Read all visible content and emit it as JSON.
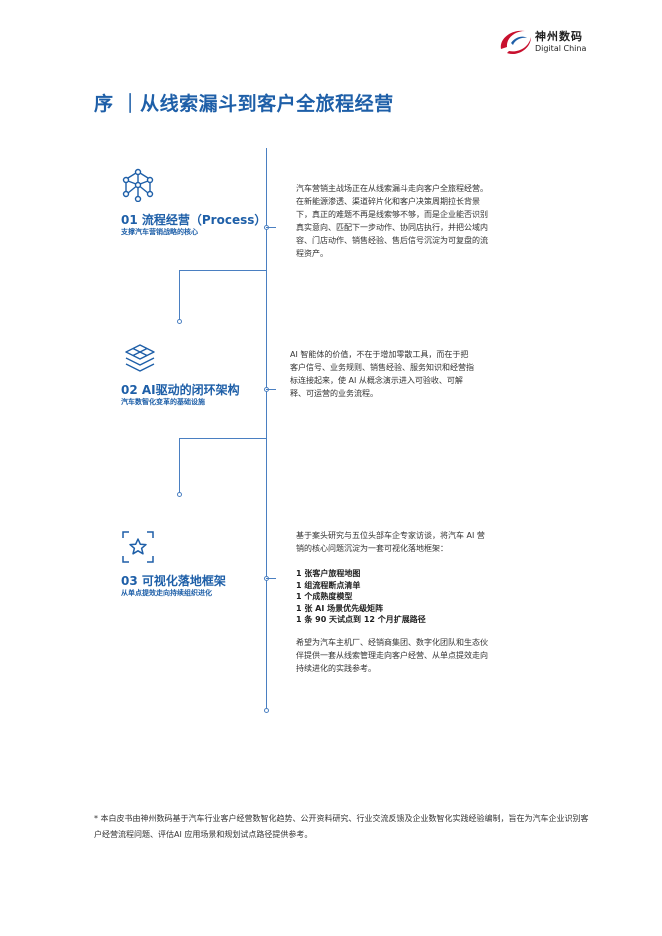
{
  "brand": {
    "name_cn": "神州数码",
    "name_en": "Digital China",
    "logo_icon": "digital-china-swirl-icon",
    "color_red": "#c8102e",
    "color_blue": "#1e5fa8"
  },
  "page": {
    "title": "序 ｜从线索漏斗到客户全旅程经营"
  },
  "sections": [
    {
      "icon": "network-nodes-icon",
      "title": "01 流程经营（Process）",
      "subtitle": "支撑汽车营销战略的核心",
      "text": "汽车营销主战场正在从线索漏斗走向客户全旅程经营。在新能源渗透、渠道碎片化和客户决策周期拉长背景下，真正的难题不再是线索够不够，而是企业能否识别真实意向、匹配下一步动作、协同店执行，并把公域内容、门店动作、销售经验、售后信号沉淀为可复盘的流程资产。"
    },
    {
      "icon": "layers-stack-icon",
      "title": "02 AI驱动的闭环架构",
      "subtitle": "汽车数智化变革的基础设施",
      "text": "AI 智能体的价值，不在于增加零散工具，而在于把客户信号、业务规则、销售经验、服务知识和经营指标连接起来，使 AI 从概念演示进入可验收、可解释、可运营的业务流程。"
    },
    {
      "icon": "star-frame-icon",
      "title": "03 可视化落地框架",
      "subtitle": "从单点提效走向持续组织进化",
      "intro": "基于案头研究与五位头部车企专家访谈，将汽车 AI 营销的核心问题沉淀为一套可视化落地框架：",
      "items": [
        "1 张客户旅程地图",
        "1 组流程断点清单",
        "1 个成熟度模型",
        "1 张 AI 场景优先级矩阵",
        "1 条 90 天试点到 12 个月扩展路径"
      ],
      "outro": "希望为汽车主机厂、经销商集团、数字化团队和生态伙伴提供一套从线索管理走向客户经营、从单点提效走向持续进化的实践参考。"
    }
  ],
  "footnote": "* 本白皮书由神州数码基于汽车行业客户经营数智化趋势、公开资料研究、行业交流反馈及企业数智化实践经验编制，旨在为汽车企业识别客户经营流程问题、评估AI 应用场景和规划试点路径提供参考。"
}
